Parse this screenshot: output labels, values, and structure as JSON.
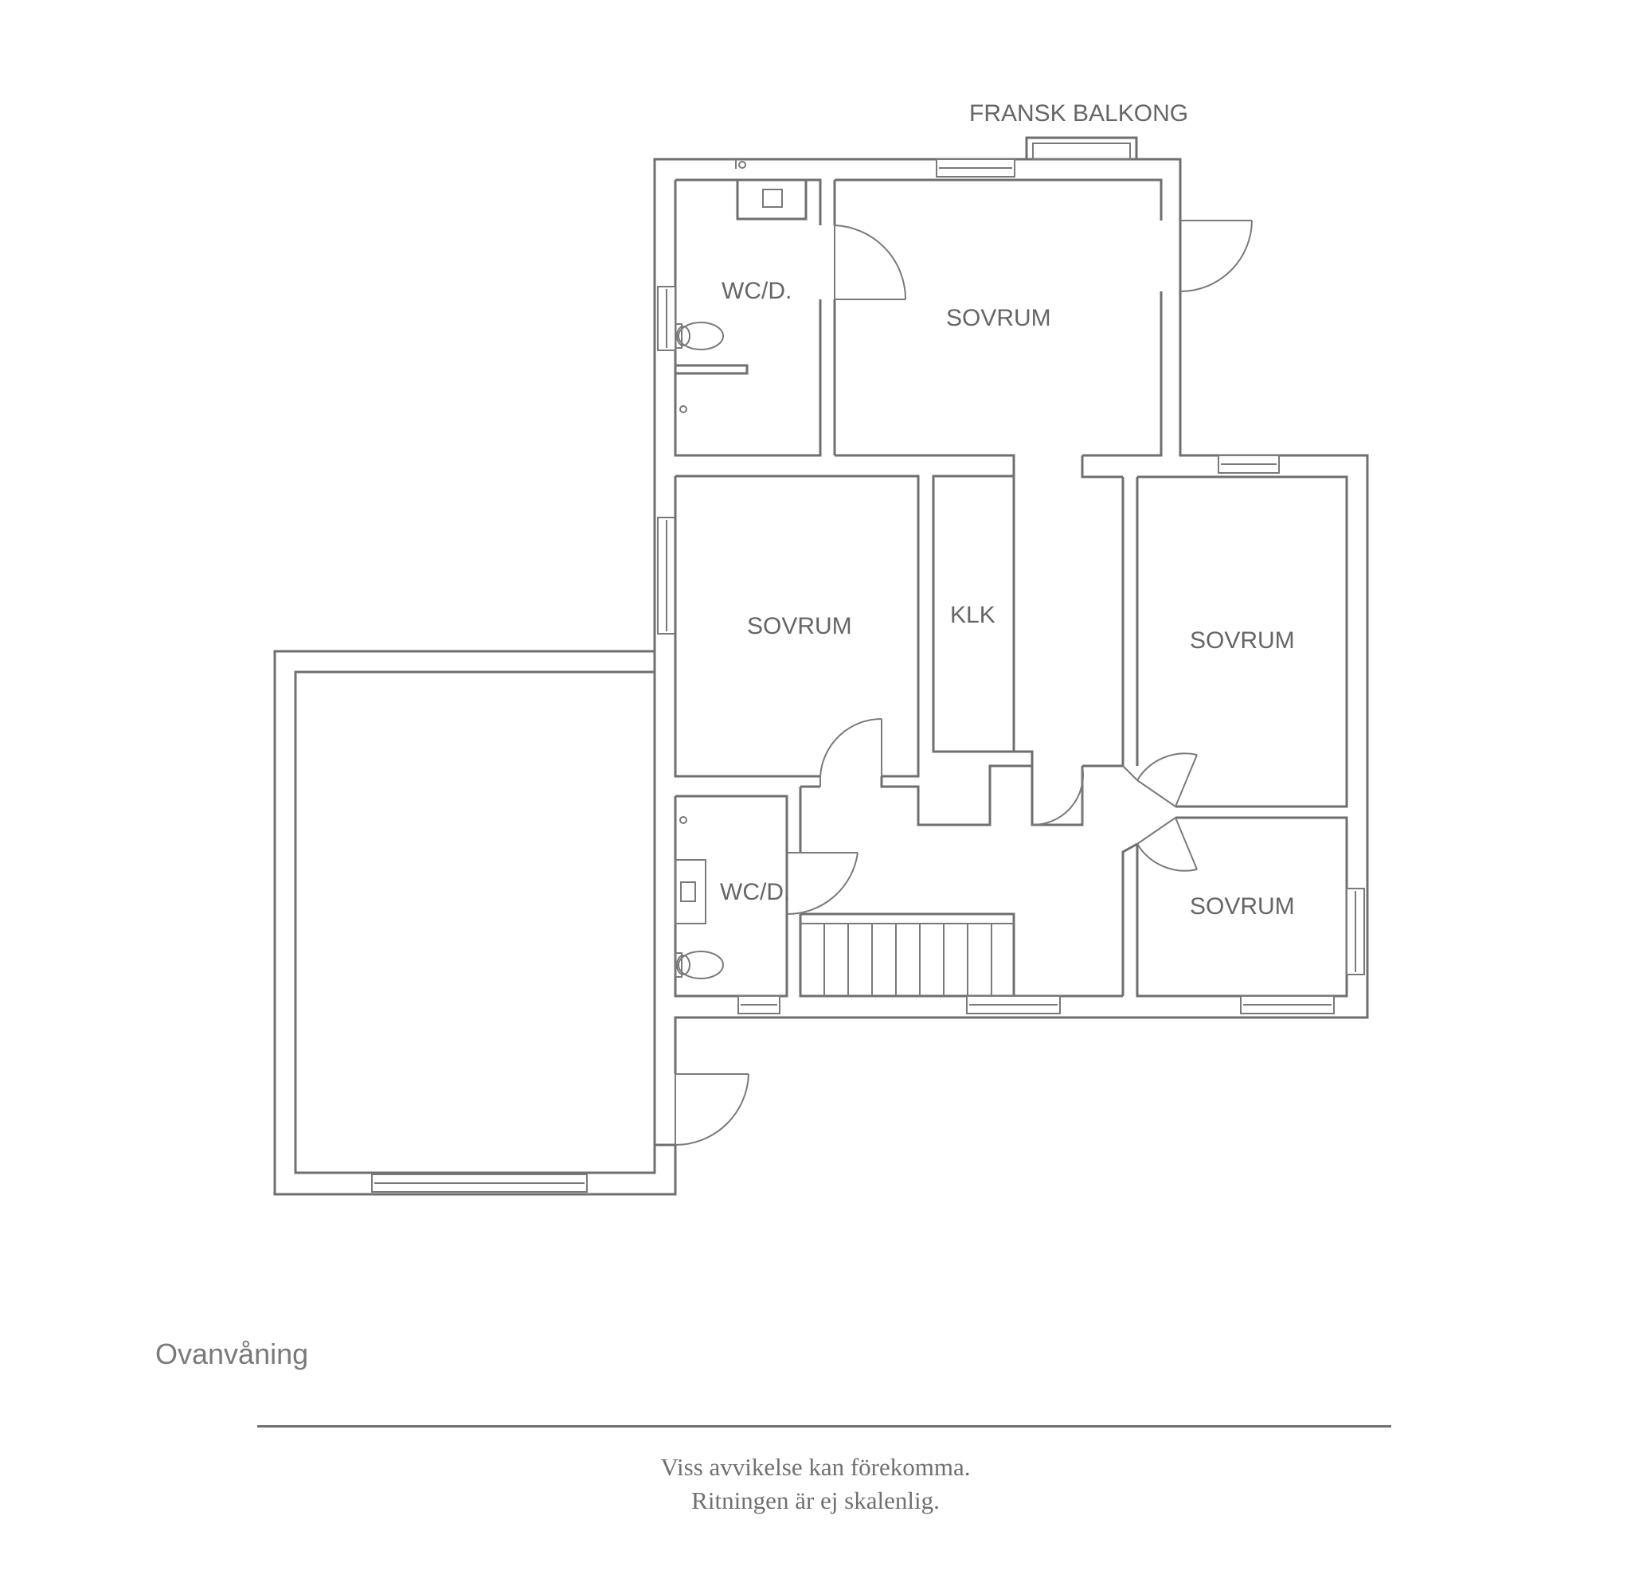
{
  "plan": {
    "balcony_label": "FRANSK BALKONG",
    "rooms": {
      "wc_top": "WC/D.",
      "sovrum_top": "SOVRUM",
      "sovrum_left": "SOVRUM",
      "klk": "KLK",
      "sovrum_right": "SOVRUM",
      "wc_bottom": "WC/D.",
      "sovrum_bottom_right": "SOVRUM"
    },
    "floor_name": "Ovanvåning"
  },
  "footer": {
    "line1": "Viss avvikelse kan förekomma.",
    "line2": "Ritningen är ej skalenlig."
  },
  "colors": {
    "line": "#6f6f6f",
    "text": "#666666",
    "background": "#ffffff"
  }
}
